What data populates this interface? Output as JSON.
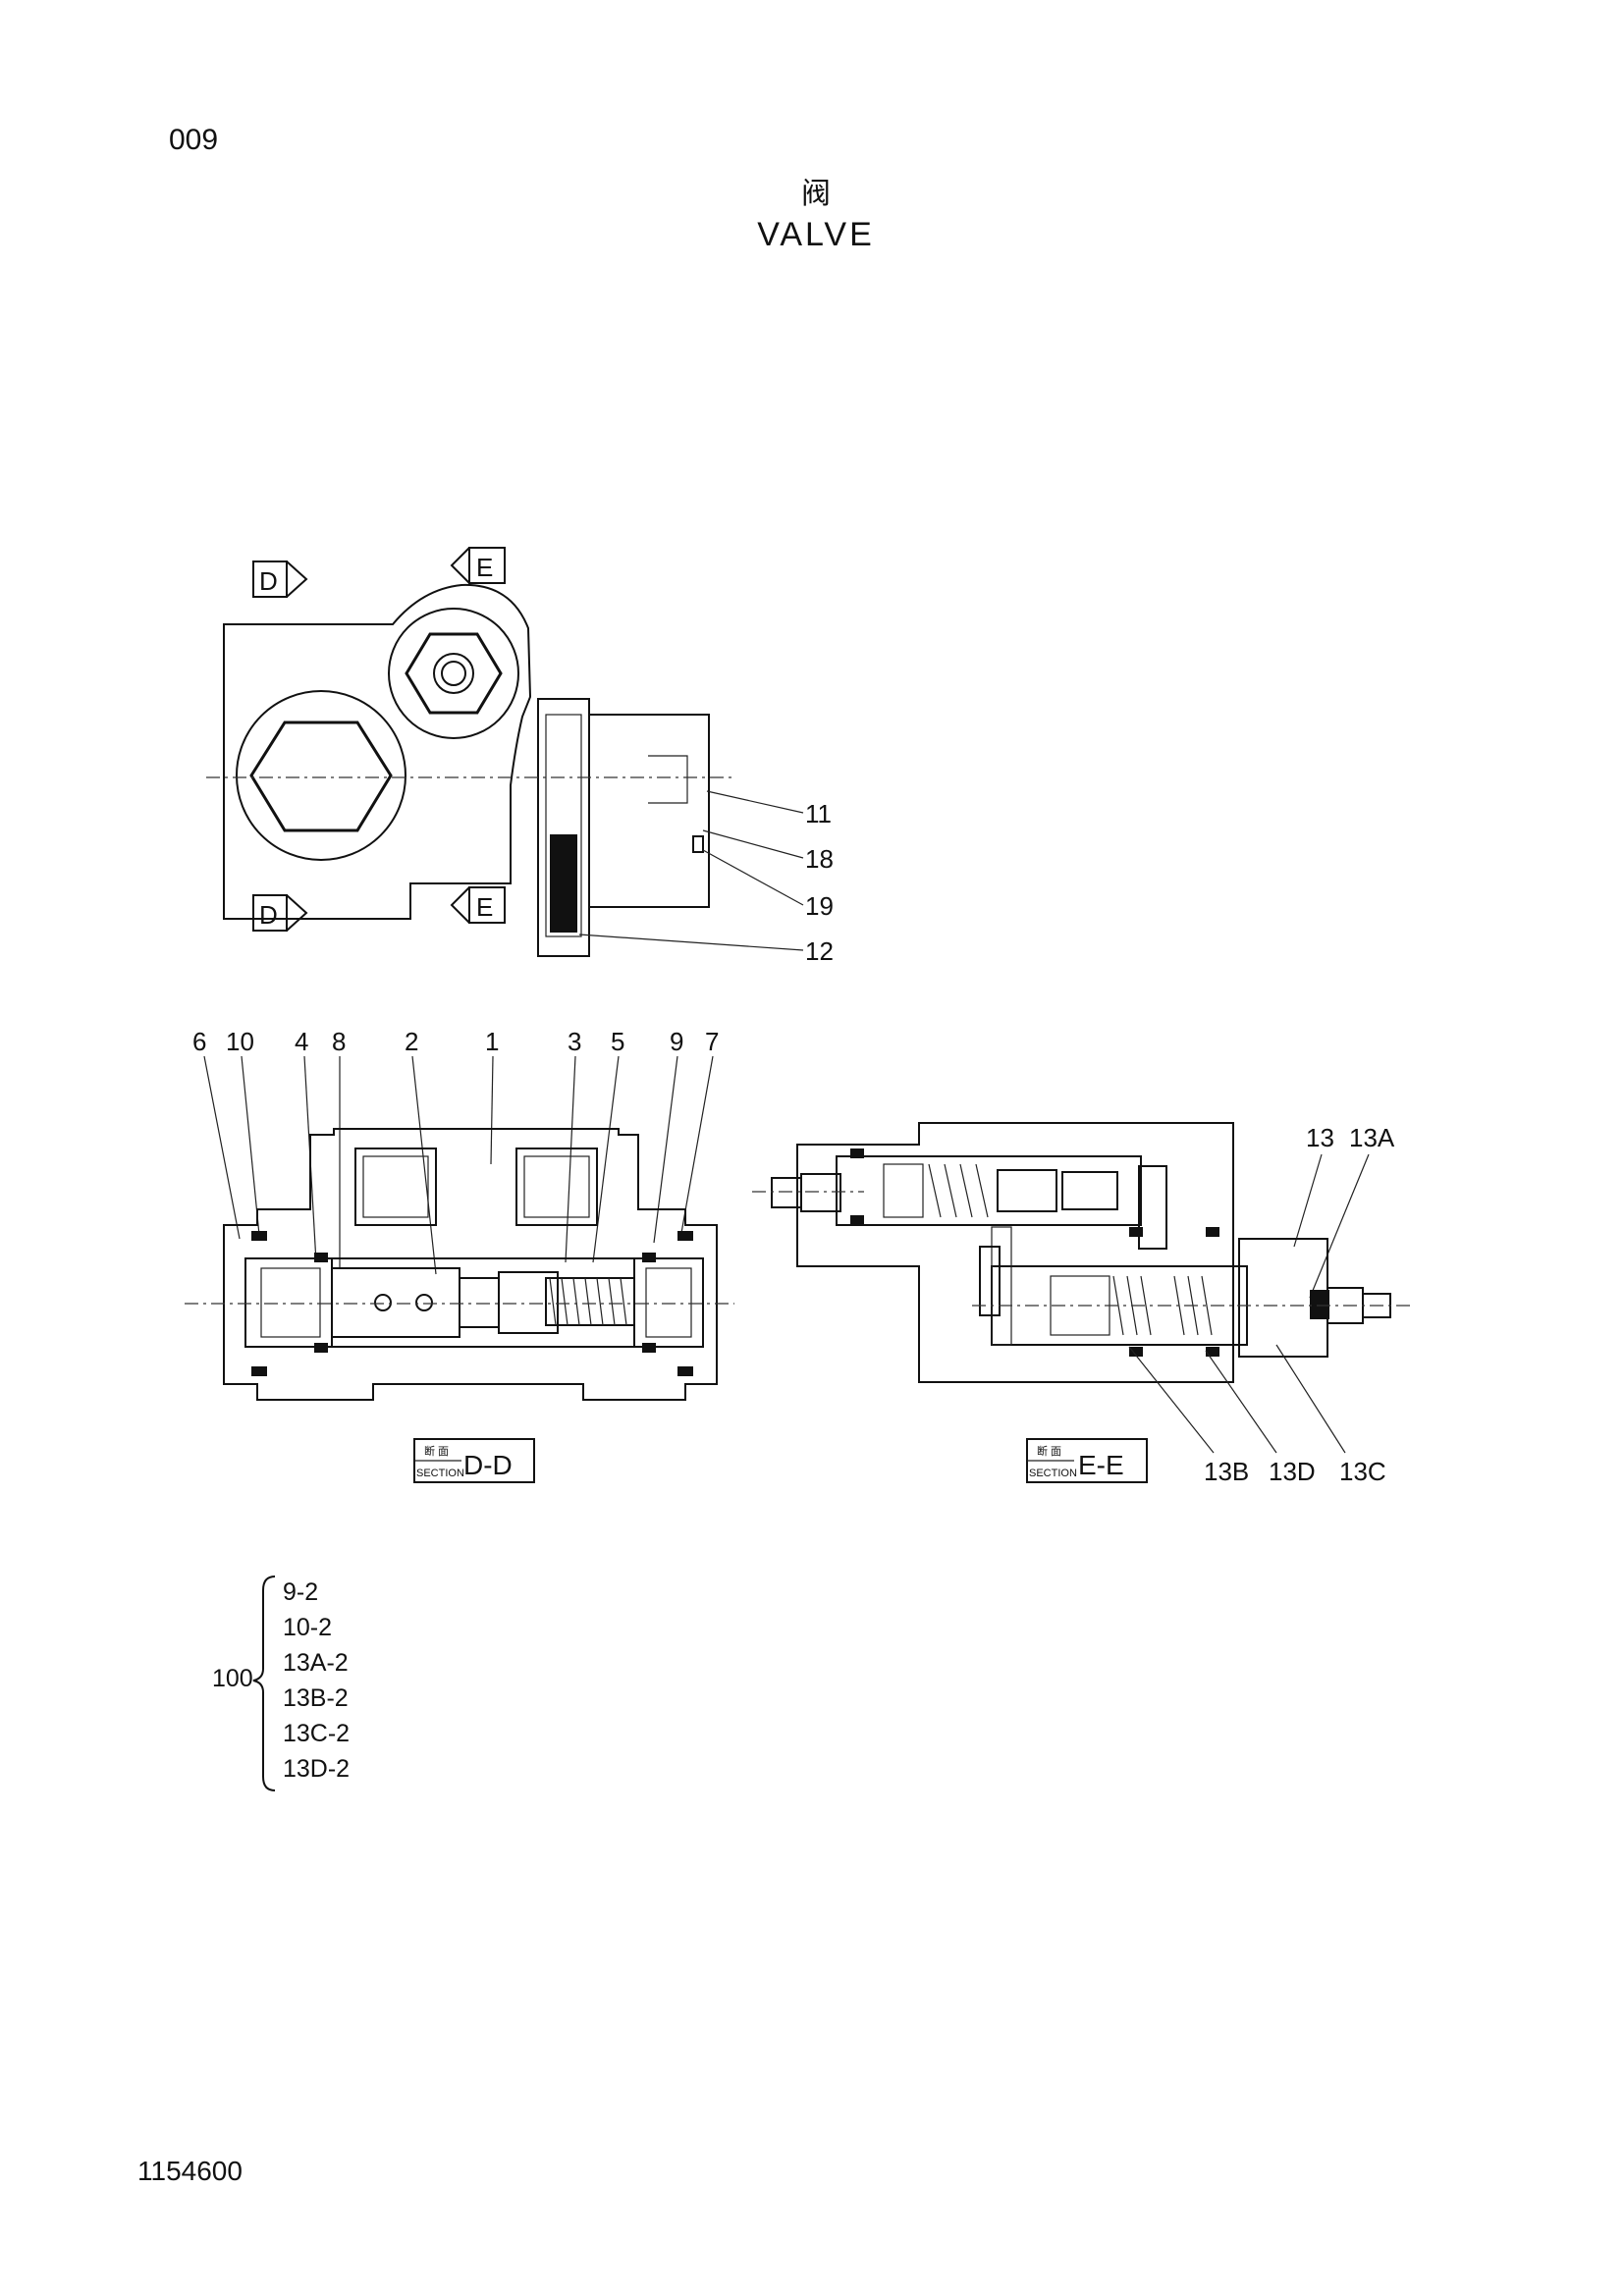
{
  "header": {
    "page_number": "009",
    "title_cn": "阀",
    "title_en": "VALVE"
  },
  "footer": {
    "doc_number": "1154600"
  },
  "top_view": {
    "section_markers": [
      "D",
      "E",
      "D",
      "E"
    ],
    "callouts": [
      "11",
      "18",
      "19",
      "12"
    ]
  },
  "section_dd": {
    "callouts": [
      "6",
      "10",
      "4",
      "8",
      "2",
      "1",
      "3",
      "5",
      "9",
      "7"
    ],
    "caption_small_top": "断  面",
    "caption_small_bottom": "SECTION",
    "caption_big": "D-D"
  },
  "section_ee": {
    "callouts_top": [
      "13",
      "13A"
    ],
    "callouts_bottom": [
      "13B",
      "13D",
      "13C"
    ],
    "caption_small_top": "断  面",
    "caption_small_bottom": "SECTION",
    "caption_big": "E-E"
  },
  "kit": {
    "number": "100",
    "items": [
      "9-2",
      "10-2",
      "13A-2",
      "13B-2",
      "13C-2",
      "13D-2"
    ]
  }
}
